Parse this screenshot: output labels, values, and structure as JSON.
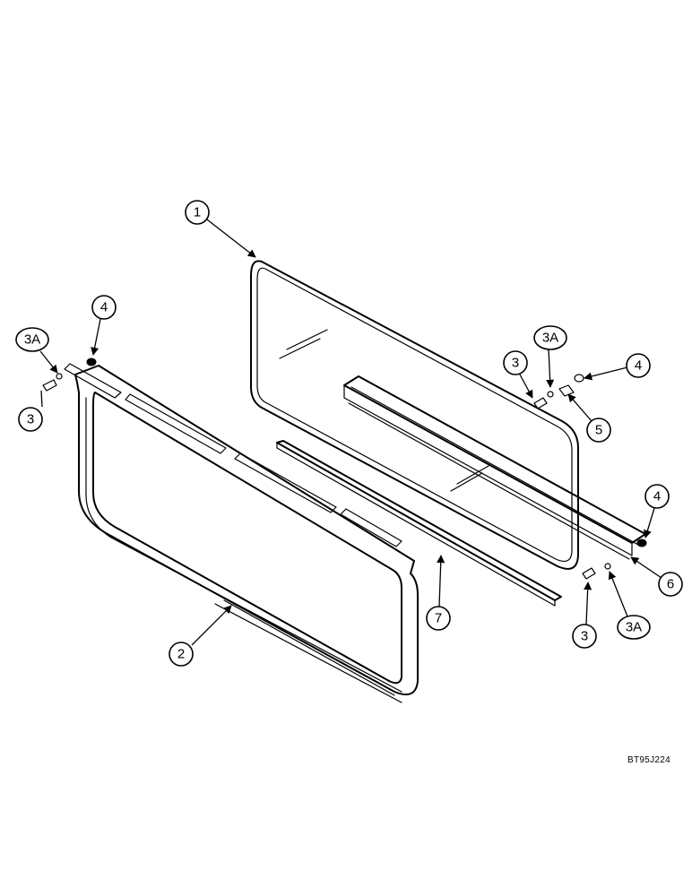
{
  "callouts": {
    "c1": "1",
    "c2": "2",
    "c3_left": "3",
    "c3a_left": "3A",
    "c4_left": "4",
    "c3_right_top": "3",
    "c3a_right_top": "3A",
    "c4_right_top": "4",
    "c5": "5",
    "c4_right_bottom": "4",
    "c6": "6",
    "c7": "7",
    "c3_right_bottom": "3",
    "c3a_right_bottom": "3A"
  },
  "reference_code": "BT95J224"
}
